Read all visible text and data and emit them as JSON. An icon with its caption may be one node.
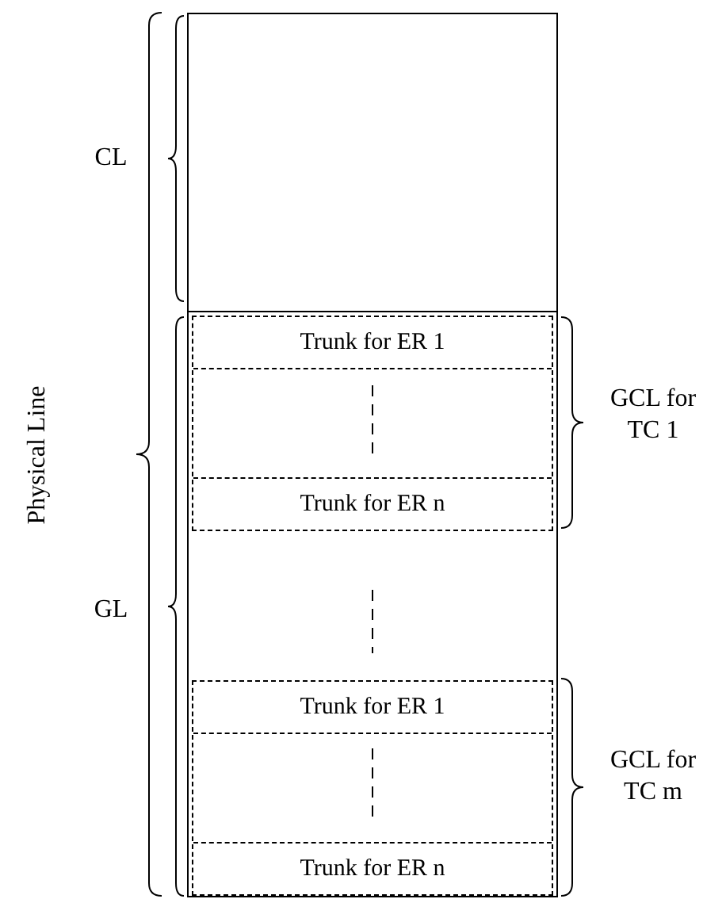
{
  "diagram": {
    "nodes": [
      {
        "text": [],
        "shape": "box"
      },
      {
        "text": [],
        "shape": "box",
        "in": 0
      },
      {
        "text": [],
        "shape": "box",
        "in": 0
      },
      {
        "text": [
          "Trunk for ER 1"
        ],
        "in": 2
      },
      {
        "text": [
          "Trunk for ER n"
        ],
        "in": 2
      },
      {
        "text": [],
        "shape": "box",
        "in": 0
      },
      {
        "text": [
          "Trunk for ER 1"
        ],
        "in": 5
      },
      {
        "text": [
          "Trunk for ER n"
        ],
        "in": 5
      }
    ],
    "edges": [],
    "labels": [
      "Physical Line",
      "CL",
      "GL",
      "GCL for TC 1",
      "GCL for TC m"
    ]
  }
}
